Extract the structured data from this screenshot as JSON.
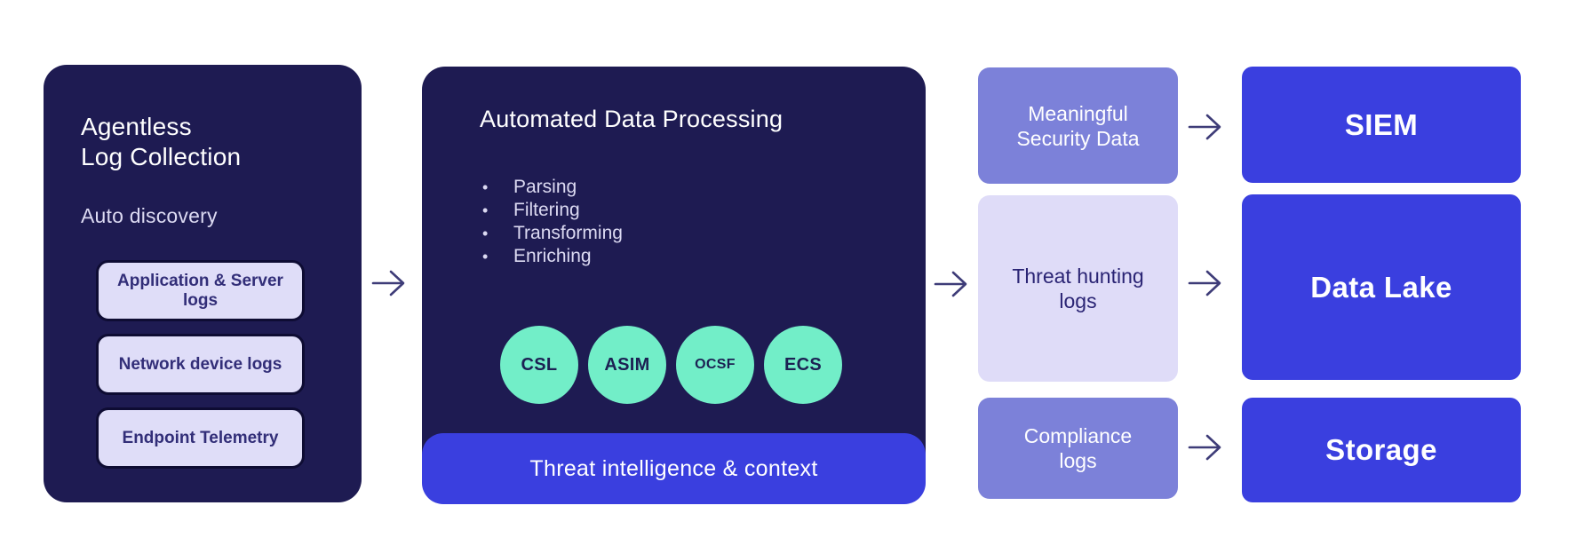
{
  "colors": {
    "navy": "#1e1b52",
    "blue": "#3a3fdf",
    "purple": "#7c81d9",
    "lavender": "#dfdcf8",
    "mint": "#72eec8",
    "arrow": "#3e3c78",
    "ink": "#2a2474",
    "white": "#ffffff"
  },
  "collection": {
    "title": "Agentless\nLog Collection",
    "subtitle": "Auto discovery",
    "sources": [
      "Application & Server\nlogs",
      "Network device logs",
      "Endpoint Telemetry"
    ]
  },
  "processing": {
    "title": "Automated Data Processing",
    "steps": [
      "Parsing",
      "Filtering",
      "Transforming",
      "Enriching"
    ],
    "bullet": "•",
    "schemas": [
      "CSL",
      "ASIM",
      "OCSF",
      "ECS"
    ],
    "banner": "Threat intelligence & context"
  },
  "outputs": [
    {
      "label": "Meaningful\nSecurity Data"
    },
    {
      "label": "Threat hunting\nlogs"
    },
    {
      "label": "Compliance\nlogs"
    }
  ],
  "destinations": [
    {
      "label": "SIEM"
    },
    {
      "label": "Data Lake"
    },
    {
      "label": "Storage"
    }
  ]
}
